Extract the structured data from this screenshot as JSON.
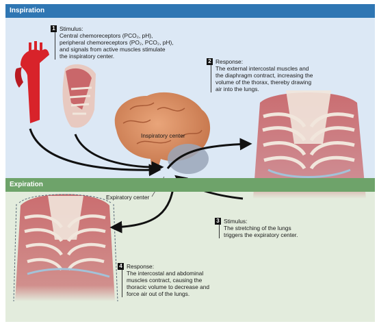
{
  "panels": {
    "inspiration": "Inspiration",
    "expiration": "Expiration"
  },
  "steps": [
    {
      "number": "1",
      "title": "Stimulus:",
      "lines": "Central chemoreceptors (PCO₂, pH),\nperipheral chemoreceptors (PO₂, PCO₂, pH),\nand signals from active muscles stimulate\nthe inspiratory center."
    },
    {
      "number": "2",
      "title": "Response:",
      "lines": "The external intercostal muscles and\nthe diaphragm contract, increasing the\nvolume of the thorax, thereby drawing\nair into the lungs."
    },
    {
      "number": "3",
      "title": "Stimulus:",
      "lines": "The stretching of the lungs\ntriggers the expiratory center."
    },
    {
      "number": "4",
      "title": "Response:",
      "lines": "The intercostal and abdominal\nmuscles contract, causing the\nthoracic volume to decrease and\nforce air out of the lungs."
    }
  ],
  "labels": {
    "inspiratory_center": "Inspiratory center",
    "expiratory_center": "Expiratory center"
  },
  "colors": {
    "inspiration_header": "#2f76b3",
    "inspiration_bg": "#dce8f5",
    "expiration_header": "#6ea36a",
    "expiration_bg": "#e3ecdd",
    "muscle": "#c9676a",
    "rib": "#f1e6dc",
    "brain": "#d9885e",
    "artery": "#d8232a"
  }
}
